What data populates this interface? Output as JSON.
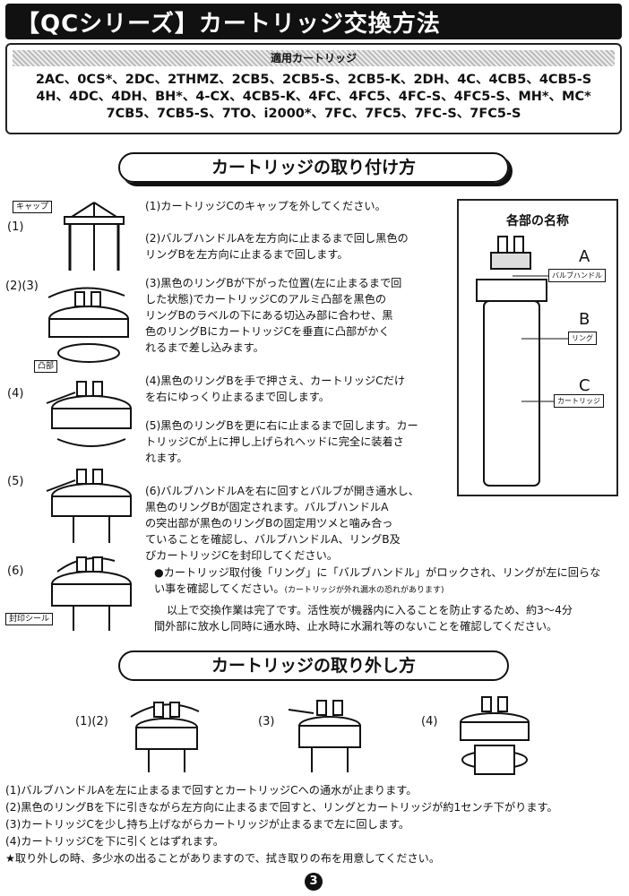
{
  "title": "【QCシリーズ】カートリッジ交換方法",
  "compatible": {
    "heading": "適用カートリッジ",
    "lines": [
      "2AC、0CS*、2DC、2THMZ、2CB5、2CB5-S、2CB5-K、2DH、4C、4CB5、4CB5-S",
      "4H、4DC、4DH、BH*、4-CX、4CB5-K、4FC、4FC5、4FC-S、4FC5-S、MH*、MC*",
      "7CB5、7CB5-S、7TO、i2000*、7FC、7FC5、7FC-S、7FC5-S"
    ]
  },
  "install": {
    "heading": "カートリッジの取り付け方",
    "fig_labels": [
      "(1)",
      "(2)(3)",
      "(4)",
      "(5)",
      "(6)"
    ],
    "cap_tag": "キャップ",
    "convex_tag": "凸部",
    "seal_tag": "封印シール",
    "steps": [
      [
        "(1)カートリッジCのキャップを外してください。"
      ],
      [
        "(2)バルブハンドルAを左方向に止まるまで回し黒色の",
        "リングBを左方向に止まるまで回します。"
      ],
      [
        "(3)黒色のリングBが下がった位置(左に止まるまで回",
        "した状態)でカートリッジCのアルミ凸部を黒色の",
        "リングBのラベルの下にある切込み部に合わせ、黒",
        "色のリングBにカートリッジCを垂直に凸部がかく",
        "れるまで差し込みます。"
      ],
      [
        "(4)黒色のリングBを手で押さえ、カートリッジCだけ",
        "を右にゆっくり止まるまで回します。"
      ],
      [
        "(5)黒色のリングBを更に右に止まるまで回します。カー",
        "トリッジCが上に押し上げられヘッドに完全に装着さ",
        "れます。"
      ],
      [
        "(6)バルブハンドルAを右に回すとバルブが開き通水し、",
        "黒色のリングBが固定されます。バルブハンドルA",
        "の突出部が黒色のリングBの固定用ツメと噛み合っ",
        "ていることを確認し、バルブハンドルA、リングB及",
        "びカートリッジCを封印してください。"
      ]
    ],
    "note_line1": "●カートリッジ取付後「リング」に「バルブハンドル」がロックされ、リングが左に回らな",
    "note_line2": "い事を確認してください。",
    "note_small": "(カートリッジが外れ漏水の恐れがあります)",
    "done_line1": "以上で交換作業は完了です。活性炭が機器内に入ることを防止するため、約3〜4分",
    "done_line2": "間外部に放水し同時に通水時、止水時に水漏れ等のないことを確認してください。"
  },
  "parts": {
    "title": "各部の名称",
    "items": [
      {
        "letter": "A",
        "label": "バルブハンドル"
      },
      {
        "letter": "B",
        "label": "リング"
      },
      {
        "letter": "C",
        "label": "カートリッジ"
      }
    ]
  },
  "removal": {
    "heading": "カートリッジの取り外し方",
    "fig_labels": [
      "(1)(2)",
      "(3)",
      "(4)"
    ],
    "steps": [
      "(1)バルブハンドルAを左に止まるまで回すとカートリッジCへの通水が止まります。",
      "(2)黒色のリングBを下に引きながら左方向に止まるまで回すと、リングとカートリッジが約1センチ下がります。",
      "(3)カートリッジCを少し持ち上げながらカートリッジが止まるまで左に回します。",
      "(4)カートリッジCを下に引くとはずれます。",
      "★取り外しの時、多少水の出ることがありますので、拭き取りの布を用意してください。"
    ]
  },
  "page_number": "3"
}
